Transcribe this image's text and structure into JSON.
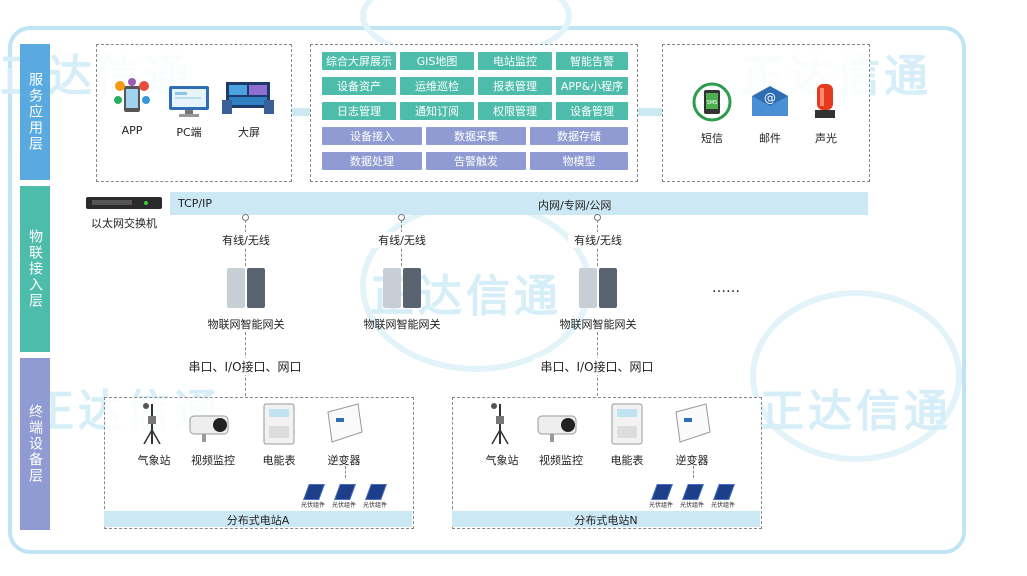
{
  "watermark": "正达信通",
  "layers": [
    "服务应用层",
    "物联接入层",
    "终端设备层"
  ],
  "clients": [
    "APP",
    "PC端",
    "大屏"
  ],
  "platform_row1": [
    "综合大屏展示",
    "GIS地图",
    "电站监控",
    "智能告警"
  ],
  "platform_row2": [
    "设备资产",
    "运维巡检",
    "报表管理",
    "APP&小程序"
  ],
  "platform_row3": [
    "日志管理",
    "通知订阅",
    "权限管理",
    "设备管理"
  ],
  "platform_row4": [
    "设备接入",
    "数据采集",
    "数据存储"
  ],
  "platform_row5": [
    "数据处理",
    "告警触发",
    "物模型"
  ],
  "alerts": [
    "短信",
    "邮件",
    "声光"
  ],
  "switch_label": "以太网交换机",
  "network": {
    "left": "TCP/IP",
    "right": "内网/专网/公网"
  },
  "link_label": "有线/无线",
  "gateway_label": "物联网智能网关",
  "ellipsis": "……",
  "port_label": "串口、I/O接口、网口",
  "devices": [
    "气象站",
    "视频监控",
    "电能表",
    "逆变器"
  ],
  "pv_label": "光伏组件",
  "stations": [
    "分布式电站A",
    "分布式电站N"
  ],
  "colors": {
    "layer1": "#5aa9e0",
    "layer2": "#4dbcaa",
    "layer3": "#8f9bd2",
    "bar": "#cde8f5"
  }
}
